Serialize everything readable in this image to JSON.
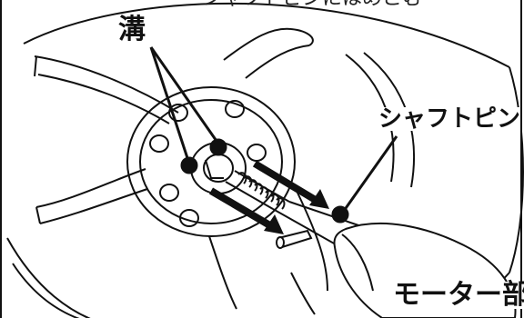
{
  "header": {
    "caption": "シャフトピンにはめこむ"
  },
  "labels": {
    "groove": "溝",
    "shaft_pin": "シャフトピン",
    "motor_part": "モーター部"
  },
  "colors": {
    "line": "#111111",
    "background": "#ffffff"
  }
}
